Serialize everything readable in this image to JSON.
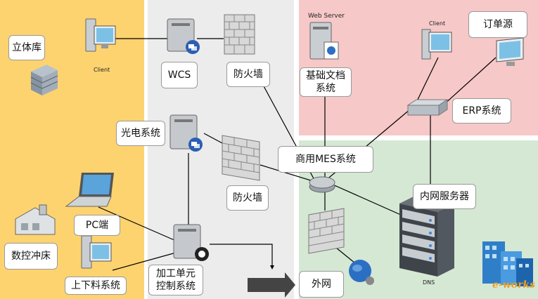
{
  "nodes": {
    "warehouse": "立体库",
    "wcs": "WCS",
    "firewall_top": "防火墙",
    "photoelectric": "光电系统",
    "firewall_mid": "防火墙",
    "pc_end": "PC端",
    "cnc_press": "数控冲床",
    "loading_system": "上下料系统",
    "unit_control": "加工单元\n控制系统",
    "internet": "外网",
    "basic_docs": "基础文档\n系统",
    "order_source": "订单源",
    "erp": "ERP系统",
    "mes": "商用MES系统",
    "intranet_server": "内网服务器"
  },
  "small_labels": {
    "client_left": "Client",
    "web_server": "Web Server",
    "client_right": "Client",
    "dns": "DNS"
  },
  "watermark": "e-works",
  "colors": {
    "zone_orange": "#fdd36f",
    "zone_gray": "#ececec",
    "zone_pink": "#f6c8c8",
    "zone_green": "#d5e8d4",
    "line": "#000000"
  }
}
